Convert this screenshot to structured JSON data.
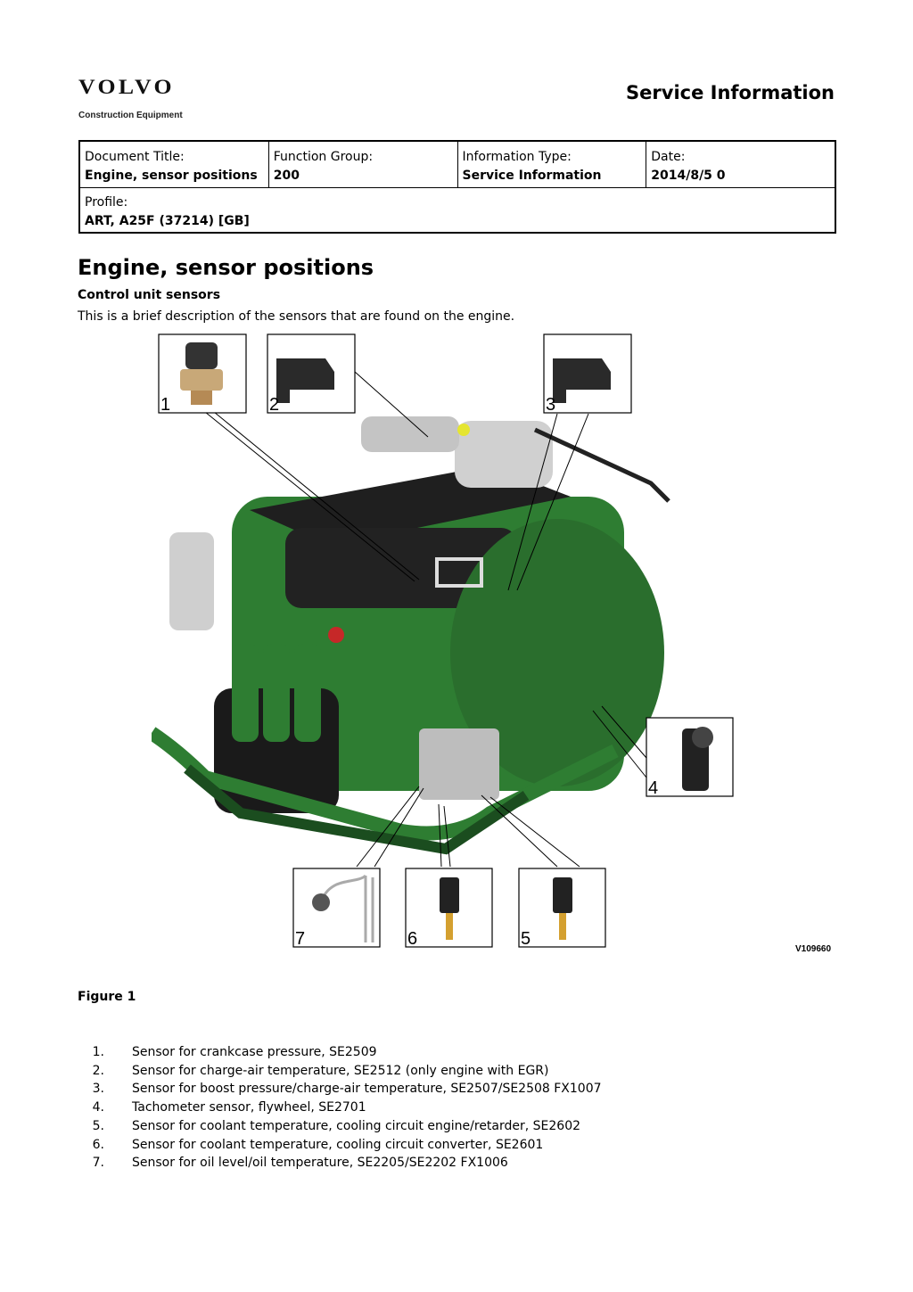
{
  "header": {
    "logo": {
      "wordmark": "VOLVO",
      "subtitle": "Construction Equipment"
    },
    "doc_type": "Service Information"
  },
  "meta": {
    "document_title": {
      "label": "Document Title:",
      "value": "Engine, sensor positions"
    },
    "function_group": {
      "label": "Function Group:",
      "value": "200"
    },
    "information_type": {
      "label": "Information Type:",
      "value": "Service Information"
    },
    "date": {
      "label": "Date:",
      "value": "2014/8/5 0"
    },
    "profile": {
      "label": "Profile:",
      "value": "ART, A25F (37214) [GB]"
    }
  },
  "content": {
    "title": "Engine, sensor positions",
    "section": "Control unit sensors",
    "intro": "This is a brief description of the sensors that are found on the engine.",
    "figure": {
      "image_id": "V109660",
      "callouts": [
        "1",
        "2",
        "3",
        "4",
        "5",
        "6",
        "7"
      ],
      "colors": {
        "engine": "#2e7d32",
        "engine_dark": "#1b4d1f",
        "block": "#1a1a1a",
        "metal": "#c9c9c9"
      }
    },
    "figure_caption": "Figure 1",
    "sensors": [
      {
        "num": "1.",
        "text": "Sensor for crankcase pressure, SE2509"
      },
      {
        "num": "2.",
        "text": "Sensor for charge-air temperature, SE2512 (only engine with EGR)"
      },
      {
        "num": "3.",
        "text": "Sensor for boost pressure/charge-air temperature, SE2507/SE2508 FX1007"
      },
      {
        "num": "4.",
        "text": "Tachometer sensor, flywheel, SE2701"
      },
      {
        "num": "5.",
        "text": "Sensor for coolant temperature, cooling circuit engine/retarder, SE2602"
      },
      {
        "num": "6.",
        "text": "Sensor for coolant temperature, cooling circuit converter, SE2601"
      },
      {
        "num": "7.",
        "text": "Sensor for oil level/oil temperature, SE2205/SE2202 FX1006"
      }
    ]
  }
}
